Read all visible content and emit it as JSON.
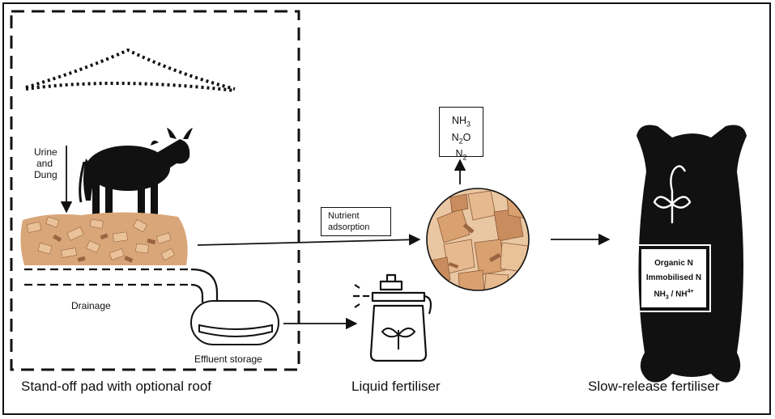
{
  "left_panel": {
    "flow_label_lines": [
      "Urine",
      "and",
      "Dung"
    ],
    "drainage_label": "Drainage",
    "storage_label": "Effluent storage",
    "caption": "Stand-off pad with optional roof"
  },
  "nutrient_box": {
    "lines": [
      "Nutrient",
      "adsorption"
    ]
  },
  "gas_box": {
    "gases": [
      {
        "base": "NH",
        "sub": "3",
        "suffix": ""
      },
      {
        "base": "N",
        "sub": "2",
        "suffix": "O"
      },
      {
        "base": "N",
        "sub": "2",
        "suffix": ""
      }
    ]
  },
  "liquid_caption": "Liquid fertiliser",
  "bag": {
    "label_lines": [
      "Organic N",
      "Immobilised N"
    ],
    "ammonia_line": {
      "a": "NH",
      "a_sub": "3",
      "sep": " / NH",
      "b_sup": "4+"
    },
    "caption": "Slow-release fertiliser"
  },
  "colors": {
    "ink": "#111111",
    "woodchip_light": "#e6b98f",
    "woodchip_mid": "#c98c5e",
    "woodchip_dark": "#9a6540"
  },
  "icons": [
    "cow-icon",
    "roof-outline-icon",
    "woodchip-pile-icon",
    "effluent-tank-icon",
    "spray-bottle-icon",
    "plant-sprout-icon",
    "fertiliser-bag-icon",
    "woodchip-circle-icon"
  ]
}
